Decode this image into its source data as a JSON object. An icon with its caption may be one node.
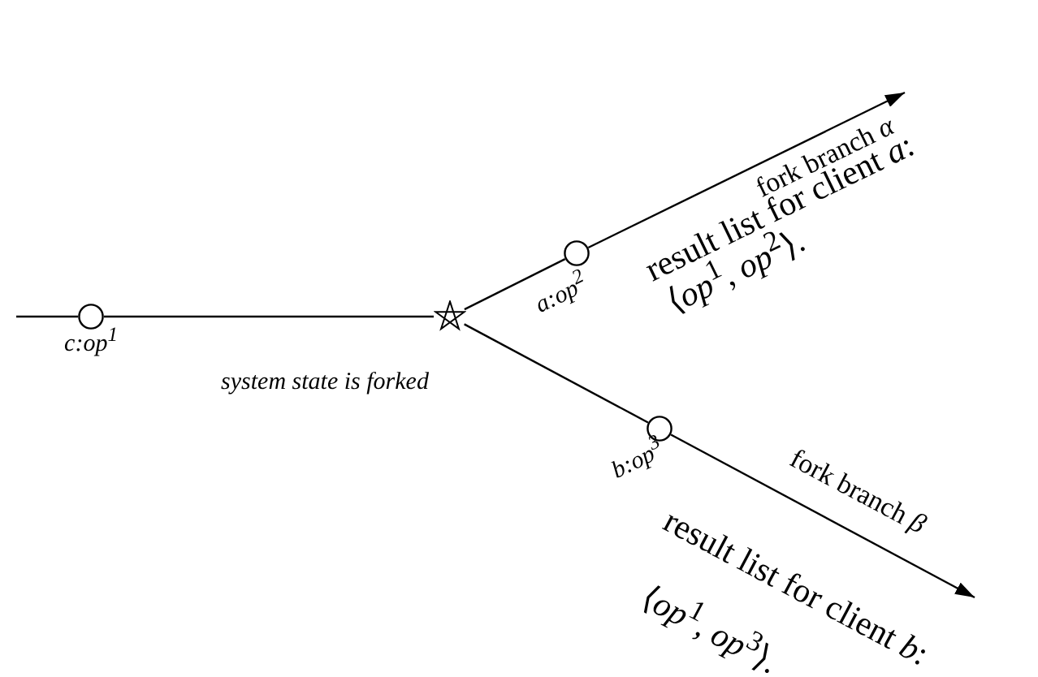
{
  "diagram": {
    "nodes": [
      {
        "text": [],
        "shape": "circle",
        "beside": [
          "c:op$^{1}$"
        ]
      },
      {
        "text": [],
        "shape": "star",
        "beside": [
          "system state is forked"
        ]
      },
      {
        "text": [],
        "shape": "circle",
        "beside": [
          "a:op$^{2}$"
        ]
      },
      {
        "text": [],
        "shape": "circle",
        "beside": [
          "b:op$^{3}$"
        ]
      }
    ],
    "edges": [
      {
        "from": null,
        "to": 0,
        "arrow": "none"
      },
      {
        "from": 0,
        "to": 1,
        "arrow": "none"
      },
      {
        "from": 1,
        "to": 2,
        "arrow": "none"
      },
      {
        "from": 2,
        "to": null,
        "arrow": "to"
      },
      {
        "from": 1,
        "to": 3,
        "arrow": "none"
      },
      {
        "from": 3,
        "to": null,
        "arrow": "to"
      }
    ],
    "labels": [
      "fork branch *α*",
      "result list for client *a*:",
      "⟨*op*$^{1}$, *op*$^{2}$⟩.",
      "fork branch *β*",
      "result list for client *b*:",
      "⟨*op*$^{1}$, *op*$^{3}$⟩."
    ]
  }
}
